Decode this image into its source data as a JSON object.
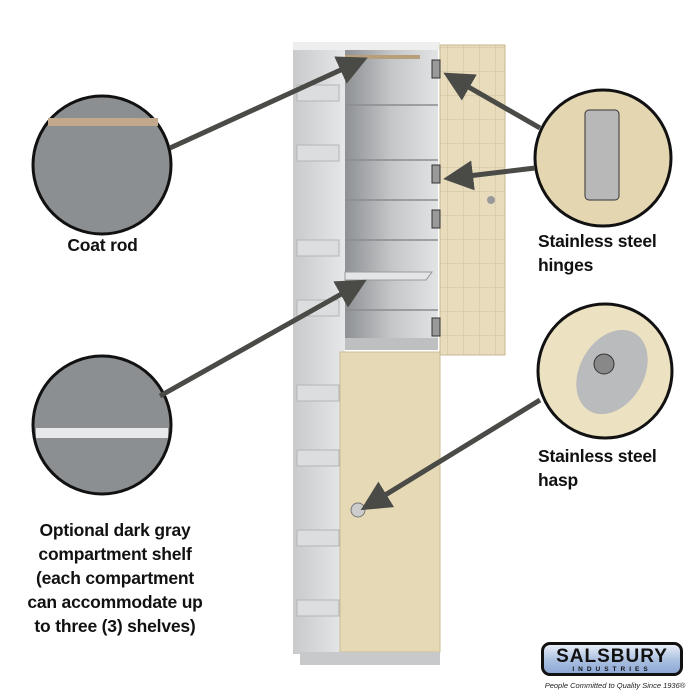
{
  "callouts": {
    "coat_rod": "Coat rod",
    "hinges": [
      "Stainless steel",
      "hinges"
    ],
    "hasp": [
      "Stainless steel",
      "hasp"
    ],
    "shelf": [
      "Optional dark gray",
      "compartment shelf",
      "(each compartment",
      "can accommodate up",
      "to three (3) shelves)"
    ]
  },
  "logo": {
    "name": "SALSBURY",
    "sub": "INDUSTRIES",
    "tagline": "People Committed to Quality Since 1936®"
  },
  "colors": {
    "door_tan": "#e6d9b5",
    "body_gray": "#d9dadc",
    "arrow": "#4a4a46"
  }
}
